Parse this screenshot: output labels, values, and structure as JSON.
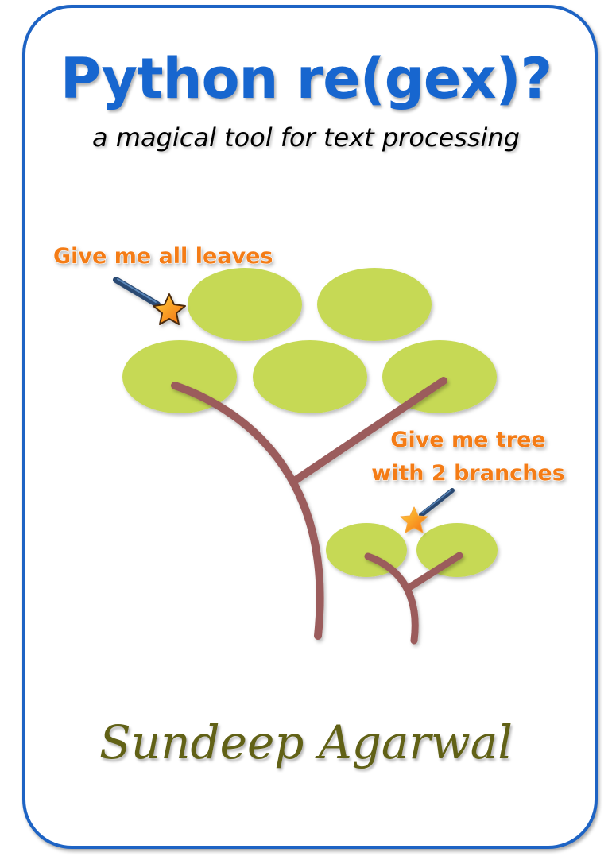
{
  "cover": {
    "title": "Python re(gex)?",
    "subtitle": "a magical tool for text processing",
    "note_leaves": "Give me all leaves",
    "note_tree_line1": "Give me tree",
    "note_tree_line2": "with 2 branches",
    "author": "Sundeep Agarwal"
  },
  "colors": {
    "border": "#1d63c4",
    "title": "#1766cf",
    "leaf": "#c6d955",
    "branch": "#9b5c5c",
    "note": "#f47b16",
    "author": "#616116"
  },
  "icons": [
    "magic-wand-icon",
    "star-icon"
  ]
}
